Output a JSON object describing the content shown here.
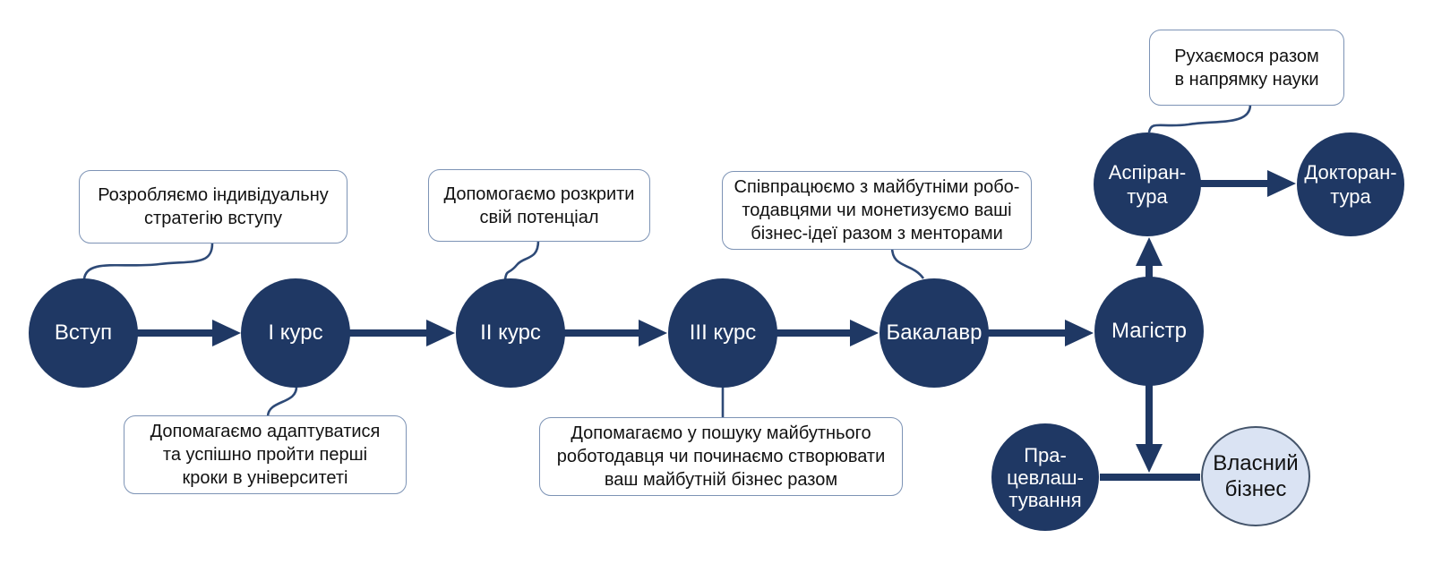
{
  "colors": {
    "node_dark": "#1f3864",
    "node_light_fill": "#dae3f3",
    "node_light_border": "#44546a",
    "arrow": "#1f3864",
    "connector": "#2e4a77",
    "callout_border": "#7d93b5",
    "callout_bg": "#ffffff",
    "text_on_dark": "#ffffff",
    "text_main": "#111111",
    "page_bg": "#ffffff"
  },
  "nodes": {
    "vstup": {
      "label": "Вступ"
    },
    "kurs1": {
      "label": "І курс"
    },
    "kurs2": {
      "label": "ІІ курс"
    },
    "kurs3": {
      "label": "ІІІ курс"
    },
    "bakalavr": {
      "label": "Бакалавр"
    },
    "mahistr": {
      "label": "Магістр"
    },
    "aspirantura": {
      "lines": [
        "Аспіран-",
        "тура"
      ]
    },
    "doktorantura": {
      "lines": [
        "Докторан-",
        "тура"
      ]
    },
    "pracevlashtuvannia": {
      "lines": [
        "Пра-",
        "цевлаш-",
        "тування"
      ]
    },
    "vlasnyi_biznes": {
      "lines": [
        "Власний",
        "бізнес"
      ]
    }
  },
  "callouts": {
    "strategy": {
      "lines": [
        "Розробляємо індивідуальну",
        "стратегію вступу"
      ]
    },
    "potential": {
      "lines": [
        "Допомогаємо розкрити",
        "свій потенціал"
      ]
    },
    "employers": {
      "lines": [
        "Співпрацюємо з майбутніми робо-",
        "тодавцями чи монетизуємо ваші",
        "бізнес-ідеї разом з менторами"
      ]
    },
    "science": {
      "lines": [
        "Рухаємося разом",
        "в напрямку науки"
      ]
    },
    "adapt": {
      "lines": [
        "Допомагаємо адаптуватися",
        "та успішно пройти перші",
        "кроки в університеті"
      ]
    },
    "jobsearch": {
      "lines": [
        "Допомагаємо у пошуку майбутнього",
        "роботодавця чи починаємо створювати",
        "ваш майбутній бізнес разом"
      ]
    }
  }
}
